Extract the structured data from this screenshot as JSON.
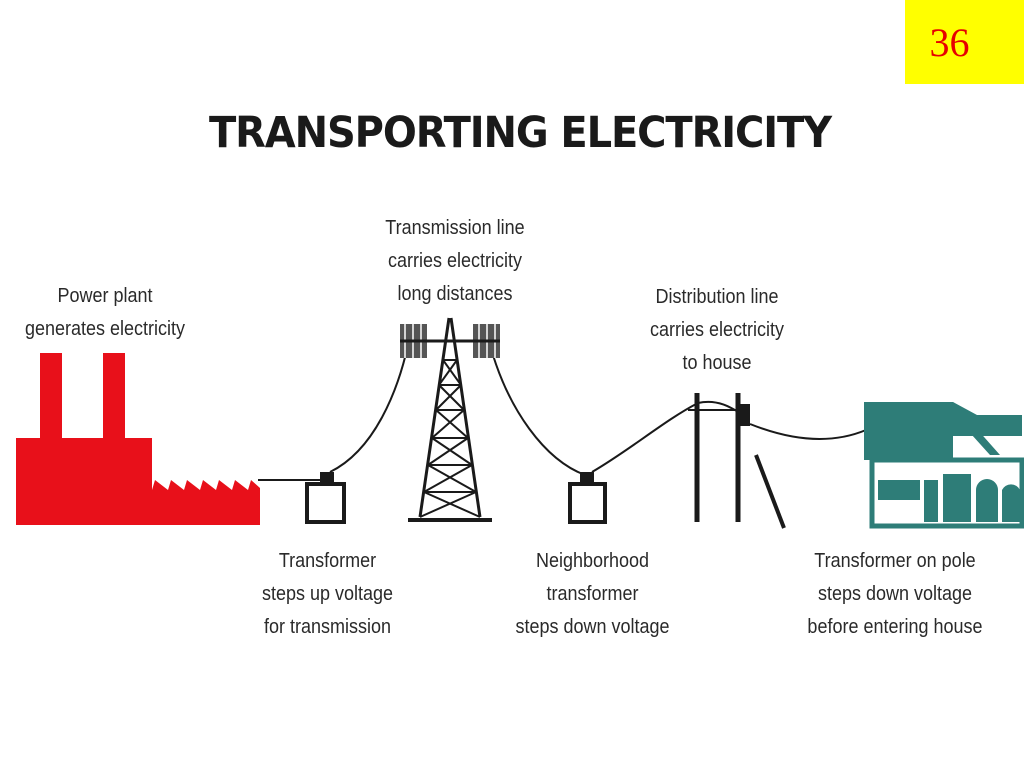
{
  "slide_number": "36",
  "title": "TRANSPORTING ELECTRICITY",
  "labels": {
    "power_plant": "Power plant\ngenerates electricity",
    "transmission_line": "Transmission line\ncarries electricity\nlong distances",
    "distribution_line": "Distribution line\ncarries electricity\nto house",
    "step_up_transformer": "Transformer\nsteps up voltage\nfor transmission",
    "neighborhood_transformer": "Neighborhood\ntransformer\nsteps down voltage",
    "pole_transformer": "Transformer on pole\nsteps down voltage\nbefore entering house"
  },
  "colors": {
    "power_plant": "#e8101a",
    "house": "#2e7d78",
    "line": "#1a1a1a",
    "slide_number_bg": "#ffff00",
    "slide_number_text": "#e60000"
  }
}
